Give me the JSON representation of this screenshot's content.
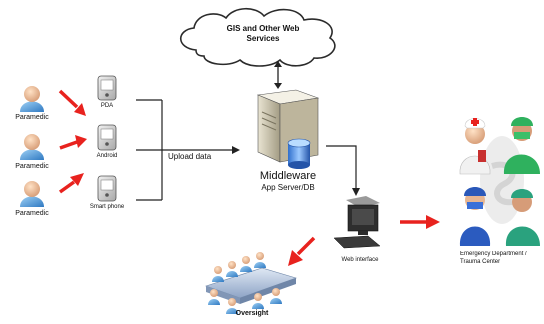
{
  "cloud": {
    "label_line1": "GIS and Other Web",
    "label_line2": "Services"
  },
  "actors": [
    {
      "label": "Paramedic"
    },
    {
      "label": "Paramedic"
    },
    {
      "label": "Paramedic"
    }
  ],
  "devices": [
    {
      "label": "PDA",
      "icon": "pda-icon"
    },
    {
      "label": "Android",
      "icon": "android-phone-icon"
    },
    {
      "label": "Smart phone",
      "icon": "smartphone-icon"
    }
  ],
  "upload_label": "Upload data",
  "middleware": {
    "title": "Middleware",
    "subtitle": "App Server/DB"
  },
  "web_interface": {
    "label": "Web interface"
  },
  "oversight": {
    "label": "Oversight"
  },
  "emergency": {
    "label_line1": "Emergency Department /",
    "label_line2": "Trauma Center"
  },
  "colors": {
    "arrow_red": "#e8221e",
    "line": "#222222",
    "cloud_fill": "#ffffff"
  }
}
